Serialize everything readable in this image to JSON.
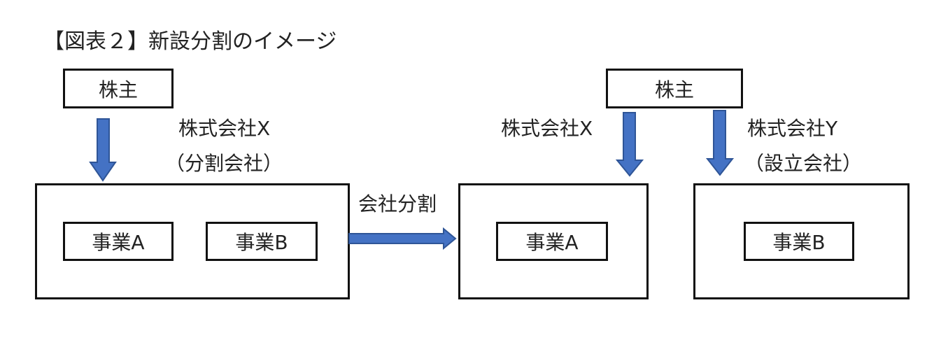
{
  "title": "【図表２】新設分割のイメージ",
  "before": {
    "shareholder": "株主",
    "company_name": "株式会社X",
    "company_role": "（分割会社）",
    "business_a": "事業A",
    "business_b": "事業B"
  },
  "process_label": "会社分割",
  "after": {
    "shareholder": "株主",
    "company_x_name": "株式会社X",
    "company_y_name": "株式会社Y",
    "company_y_role": "（設立会社）",
    "business_a": "事業A",
    "business_b": "事業B"
  },
  "colors": {
    "arrow_fill": "#4472C4",
    "arrow_stroke": "#2F5597",
    "box_border": "#111111"
  }
}
